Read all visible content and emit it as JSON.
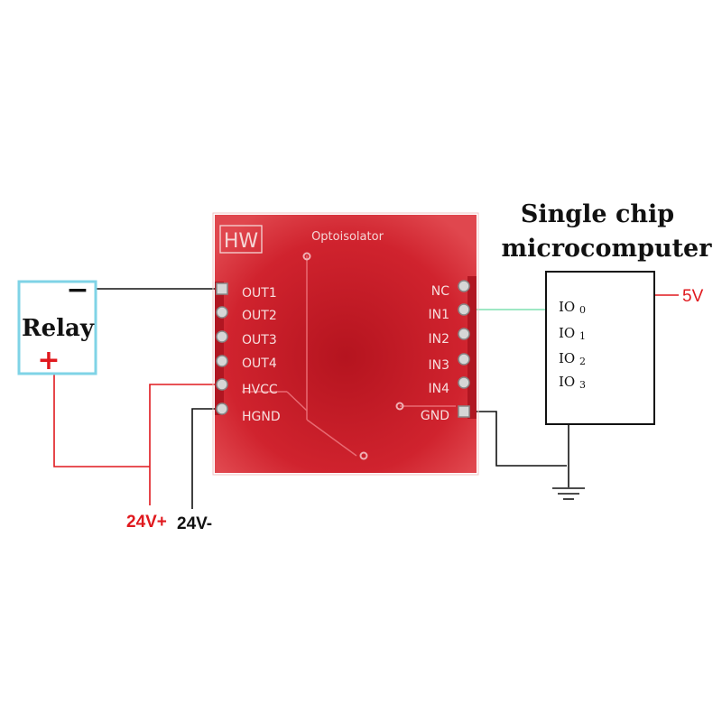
{
  "mcu": {
    "title_line1": "Single chip",
    "title_line2": "microcomputer",
    "io_pins": [
      {
        "label": "IO",
        "index": "0"
      },
      {
        "label": "IO",
        "index": "1"
      },
      {
        "label": "IO",
        "index": "2"
      },
      {
        "label": "IO",
        "index": "3"
      }
    ],
    "supply_label": "5V"
  },
  "relay": {
    "label": "Relay",
    "minus_sign": "−",
    "plus_sign": "+"
  },
  "board": {
    "brand": "HW",
    "title": "Optoisolator",
    "left_pins": [
      "OUT1",
      "OUT2",
      "OUT3",
      "OUT4",
      "HVCC",
      "HGND"
    ],
    "right_pins": [
      "NC",
      "IN1",
      "IN2",
      "IN3",
      "IN4",
      "GND"
    ]
  },
  "power": {
    "positive_label": "24V+",
    "negative_label": "24V-"
  },
  "colors": {
    "board": "#c8202c",
    "relay_border": "#7fd3e6",
    "wire_red": "#e0191e",
    "wire_black": "#111111",
    "wire_green": "#7fe0b0",
    "label_red": "#e0191e"
  }
}
